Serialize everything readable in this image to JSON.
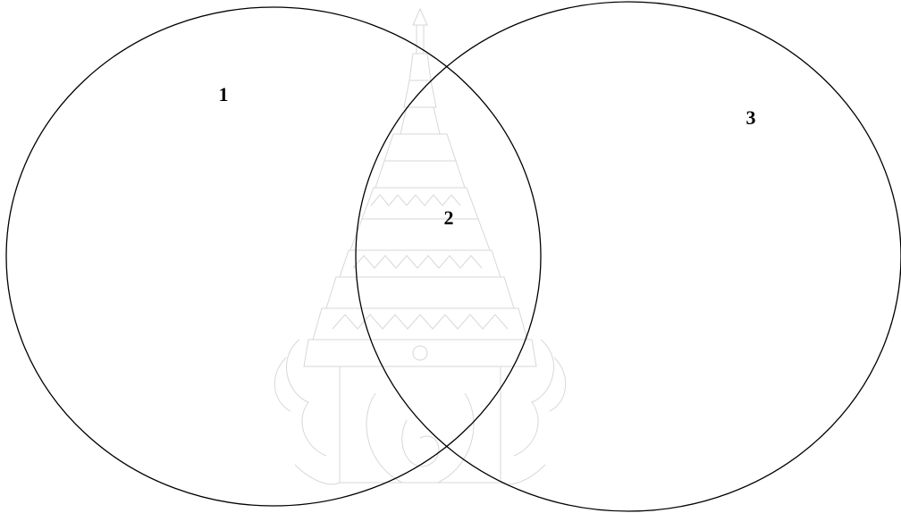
{
  "diagram": {
    "type": "venn",
    "regions": [
      {
        "id": "left-only",
        "label": "1"
      },
      {
        "id": "overlap",
        "label": "2"
      },
      {
        "id": "right-only",
        "label": "3"
      }
    ],
    "colors": {
      "stroke": "#000000",
      "background": "#ffffff",
      "watermark": "#b8b8b8"
    },
    "watermark": {
      "kind": "emblem",
      "icon": "crest-emblem-icon"
    }
  }
}
